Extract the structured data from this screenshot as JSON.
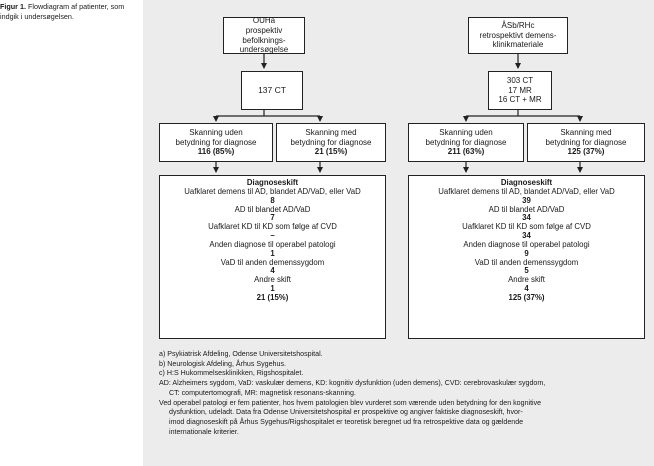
{
  "caption": {
    "label": "Figur 1.",
    "text": " Flowdiagram af patienter, som indgik i undersøgelsen."
  },
  "left": {
    "source": [
      "OUHa",
      "prospektiv befolknings-",
      "undersøgelse"
    ],
    "count": "137 CT",
    "no_impact": {
      "lines": [
        "Skanning uden",
        "betydning for diagnose"
      ],
      "value": "116 (85%)"
    },
    "impact": {
      "lines": [
        "Skanning med",
        "betydning for diagnose"
      ],
      "value": "21 (15%)"
    },
    "diagnoses": {
      "title": "Diagnoseskift",
      "rows": [
        {
          "label": "Uafklaret demens til AD, blandet AD/VaD, eller VaD",
          "value": "8"
        },
        {
          "label": "AD til blandet AD/VaD",
          "value": "7"
        },
        {
          "label": "Uafklaret KD til KD som følge af CVD",
          "value": "–"
        },
        {
          "label": "Anden diagnose til operabel patologi",
          "value": "1"
        },
        {
          "label": "VaD til anden demenssygdom",
          "value": "4"
        },
        {
          "label": "Andre skift",
          "value": "1"
        }
      ],
      "total": "21 (15%)"
    }
  },
  "right": {
    "source": [
      "ÅSb/RHc",
      "retrospektivt demens-",
      "klinikmateriale"
    ],
    "count": [
      "303 CT",
      "17 MR",
      "16 CT + MR"
    ],
    "no_impact": {
      "lines": [
        "Skanning uden",
        "betydning for diagnose"
      ],
      "value": "211 (63%)"
    },
    "impact": {
      "lines": [
        "Skanning med",
        "betydning for diagnose"
      ],
      "value": "125 (37%)"
    },
    "diagnoses": {
      "title": "Diagnoseskift",
      "rows": [
        {
          "label": "Uafklaret demens til AD, blandet AD/VaD, eller VaD",
          "value": "39"
        },
        {
          "label": "AD til blandet AD/VaD",
          "value": "34"
        },
        {
          "label": "Uafklaret KD til KD som følge af CVD",
          "value": "34"
        },
        {
          "label": "Anden diagnose til operabel patologi",
          "value": "9"
        },
        {
          "label": "VaD til anden demenssygdom",
          "value": "5"
        },
        {
          "label": "Andre skift",
          "value": "4"
        }
      ],
      "total": "125 (37%)"
    }
  },
  "notes": [
    "a) Psykiatrisk Afdeling, Odense Universitetshospital.",
    "b) Neurologisk Afdeling, Århus Sygehus.",
    "c) H:S Hukommelsesklinikken, Rigshospitalet.",
    "AD: Alzheimers sygdom, VaD: vaskulær demens, KD: kognitiv dysfunktion (uden demens), CVD: cerebrovaskulær sygdom,",
    "CT: computertomografi, MR: magnetisk resonans-skanning.",
    "Ved operabel patologi er fem patienter, hos hvem patologien blev vurderet som værende uden betydning for den kognitive",
    "dysfunktion, udeladt. Data fra Odense Universitetshospital er prospektive og angiver faktiske diagnoseskift, hvor-",
    "imod diagnoseskift på Århus Sygehus/Rigshospitalet er teoretisk beregnet ud fra retrospektive data og gældende",
    "internationale kriterier."
  ]
}
